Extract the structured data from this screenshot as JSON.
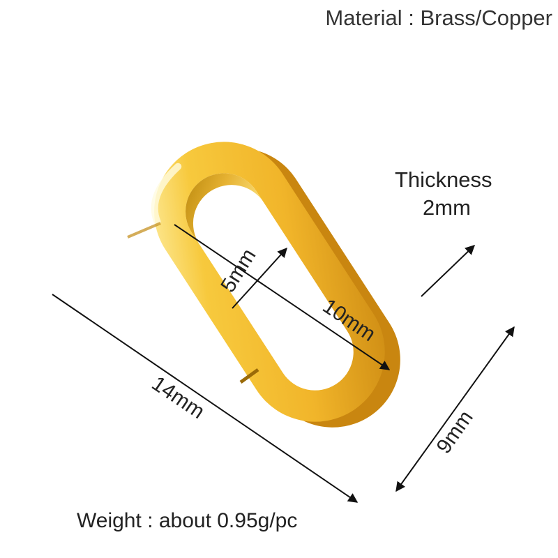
{
  "product": {
    "material": "Material : Brass/Copper",
    "weight": "Weight : about 0.95g/pc",
    "thickness_label": "Thickness",
    "thickness_value": "2mm"
  },
  "dimensions": {
    "length": "14mm",
    "width": "9mm",
    "inner_length": "10mm",
    "inner_width": "5mm"
  },
  "colors": {
    "gold_light": "#fff0a0",
    "gold_mid": "#f6c43a",
    "gold_dark": "#c98610",
    "line": "#111111"
  },
  "image": {
    "subject": "gold-oval-spring-ring-clasp-icon"
  }
}
